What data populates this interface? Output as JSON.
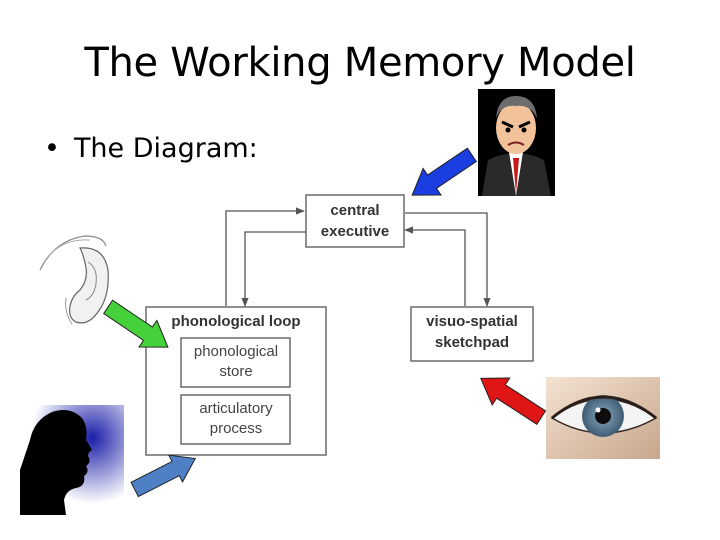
{
  "slide": {
    "title": "The Working Memory Model",
    "bullet": "The Diagram:",
    "bullet_symbol": "•"
  },
  "diagram": {
    "central_executive": {
      "line1": "central",
      "line2": "executive"
    },
    "phonological_loop": {
      "label": "phonological loop"
    },
    "phonological_store": {
      "line1": "phonological",
      "line2": "store"
    },
    "articulatory_process": {
      "line1": "articulatory",
      "line2": "process"
    },
    "visuo_spatial_sketchpad": {
      "line1": "visuo-spatial",
      "line2": "sketchpad"
    }
  },
  "colors": {
    "arrow_blue": "#1a3ee0",
    "arrow_green": "#44d13a",
    "arrow_red": "#e01515",
    "arrow_steel_blue": "#4f80c6",
    "box_border": "#555555",
    "connector": "#555555"
  },
  "pictures": {
    "executive": "angry-businessman-picture",
    "ear": "ear-sketch-picture",
    "head": "speaking-head-silhouette-picture",
    "eye": "blue-eye-picture"
  }
}
